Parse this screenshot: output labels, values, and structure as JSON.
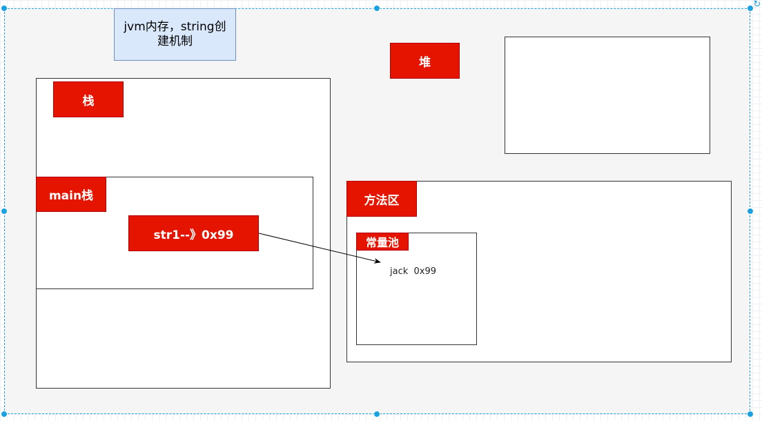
{
  "diagram": {
    "title": "jvm内存，string创建机制",
    "stack_label": "栈",
    "main_stack_label": "main栈",
    "str1_label": "str1--》0x99",
    "heap_label": "堆",
    "method_area_label": "方法区",
    "constant_pool_label": "常量池",
    "constant_pool_entry": "jack  0x99"
  },
  "colors": {
    "label_fill": "#e51400",
    "note_fill": "#dae8fc",
    "note_border": "#6c8ebf",
    "selection": "#1ba1e2",
    "group_fill": "#f5f5f5"
  },
  "icons": {
    "rotate": "rotate-handle-icon"
  }
}
